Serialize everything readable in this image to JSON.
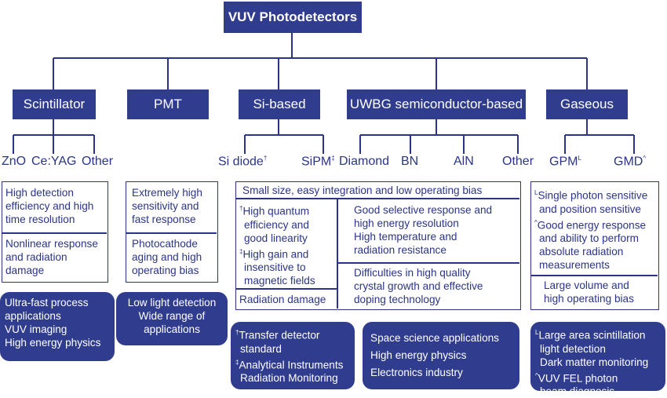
{
  "root": "VUV Photodetectors",
  "categories": [
    "Scintillator",
    "PMT",
    "Si-based",
    "UWBG semiconductor-based",
    "Gaseous"
  ],
  "leaves": {
    "zno": "ZnO",
    "ceyag": "Ce:YAG",
    "other1": "Other",
    "sidiode": "Si diode",
    "sipm": "SiPM",
    "diamond": "Diamond",
    "bn": "BN",
    "aln": "AlN",
    "other2": "Other",
    "gpm": "GPM",
    "gmd": "GMD"
  },
  "marks": {
    "dagger": "†",
    "ddagger": "‡",
    "L": "L",
    "caret": "^"
  },
  "scint": {
    "adv": [
      "High detection",
      "efficiency and high",
      "time resolution"
    ],
    "dis": [
      "Nonlinear response",
      "and radiation",
      "damage"
    ],
    "apps": [
      "Ultra-fast process",
      "applications",
      "VUV imaging",
      "High energy physics"
    ]
  },
  "pmt": {
    "adv": [
      "Extremely high",
      "sensitivity and",
      "fast response"
    ],
    "dis": [
      "Photocathode",
      "aging and high",
      "operating bias"
    ],
    "apps": [
      "Low light detection",
      "Wide range of",
      "applications"
    ]
  },
  "common": "Small size, easy integration and low operating bias",
  "si": {
    "adv1": [
      "High quantum",
      "efficiency and",
      "good linearity"
    ],
    "adv2": [
      "High gain and",
      "insensitive to",
      "magnetic fields"
    ],
    "dis": "Radiation damage",
    "apps": [
      "Transfer detector",
      "standard",
      "Analytical Instruments",
      "Radiation Monitoring"
    ]
  },
  "uwbg": {
    "adv": [
      "Good selective response and",
      "high energy resolution",
      "High temperature and",
      "radiation resistance"
    ],
    "dis": [
      "Difficulties in high quality",
      "crystal growth and effective",
      "doping technology"
    ],
    "apps": [
      "Space science applications",
      "High energy physics",
      "Electronics industry"
    ]
  },
  "gas": {
    "adv1": [
      "Single photon sensitive",
      "and position sensitive"
    ],
    "adv2": [
      "Good energy response",
      "and  ability to perform",
      "absolute radiation",
      "measurements"
    ],
    "dis": [
      "Large volume and",
      "high operating bias"
    ],
    "apps": [
      "Large area scintillation",
      "light detection",
      "Dark matter monitoring",
      "VUV FEL photon",
      "beam diagnosis"
    ]
  },
  "colors": {
    "primary": "#303d8e",
    "text": "#2b3488",
    "background": "#ffffff"
  }
}
